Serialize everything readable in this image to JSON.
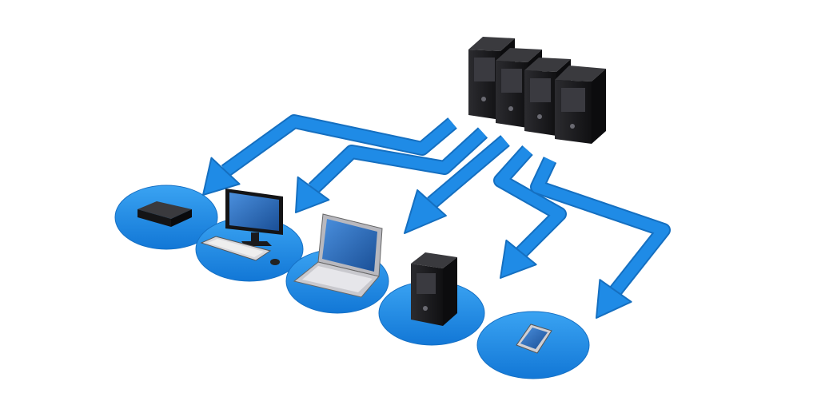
{
  "colors": {
    "arrow": "#1f8be6",
    "arrow_edge": "#156fc0",
    "platform": "#1e8fea",
    "platform_edge": "#1670c4",
    "server_body": "#1c1c1e",
    "server_panel": "#34343a",
    "screen": "#2a6fc4"
  },
  "diagram": {
    "server_rack": {
      "icon": "server-rack-icon",
      "units": 4
    },
    "devices": [
      {
        "name": "set-top-box",
        "icon": "set-top-box-icon"
      },
      {
        "name": "desktop-monitor",
        "icon": "desktop-monitor-icon"
      },
      {
        "name": "laptop",
        "icon": "laptop-icon"
      },
      {
        "name": "tower-pc",
        "icon": "tower-pc-icon"
      },
      {
        "name": "tablet",
        "icon": "tablet-icon"
      }
    ],
    "arrows": 5
  }
}
